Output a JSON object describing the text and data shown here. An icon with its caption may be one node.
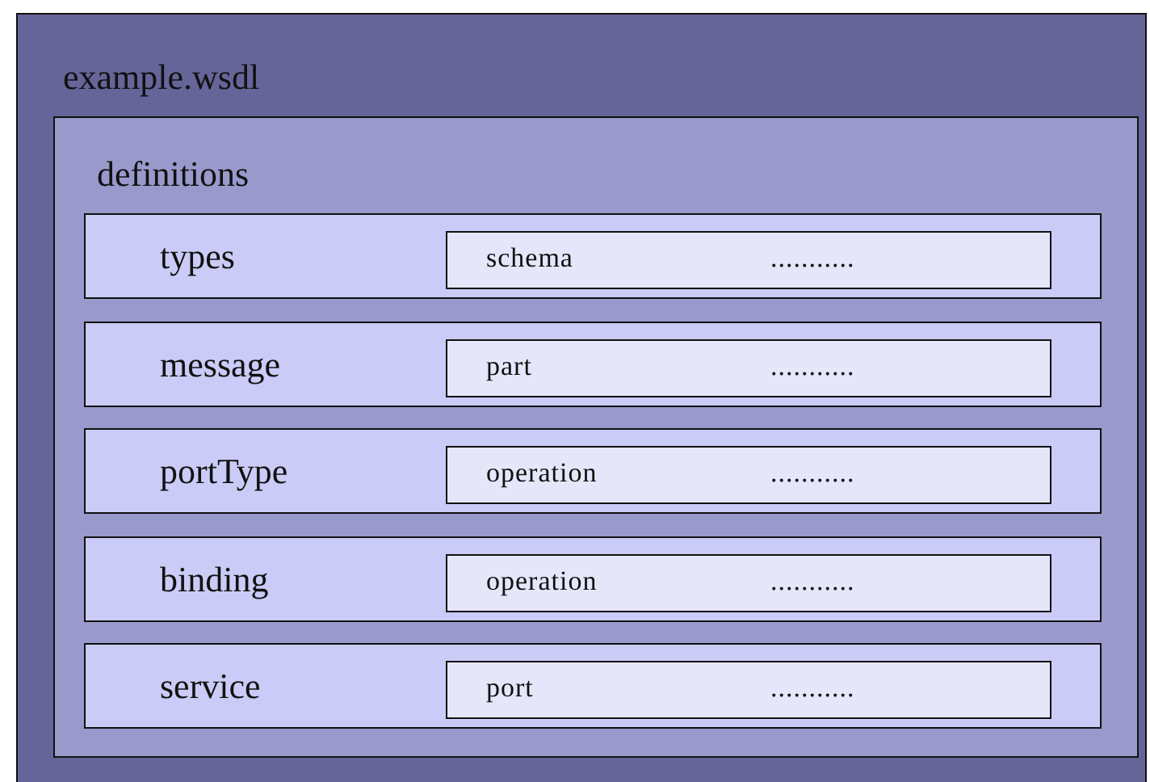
{
  "diagram": {
    "nodes": [
      {
        "text": [
          "example.wsdl"
        ]
      },
      {
        "text": [
          "definitions"
        ],
        "in": 0
      },
      {
        "text": [
          "types"
        ],
        "in": 1
      },
      {
        "text": [
          "schema",
          "..........."
        ],
        "in": 2
      },
      {
        "text": [
          "message"
        ],
        "in": 1
      },
      {
        "text": [
          "part",
          "..........."
        ],
        "in": 4
      },
      {
        "text": [
          "portType"
        ],
        "in": 1
      },
      {
        "text": [
          "operation",
          "..........."
        ],
        "in": 6
      },
      {
        "text": [
          "binding"
        ],
        "in": 1
      },
      {
        "text": [
          "operation",
          "..........."
        ],
        "in": 8
      },
      {
        "text": [
          "service"
        ],
        "in": 1
      },
      {
        "text": [
          "port",
          "..........."
        ],
        "in": 10
      }
    ]
  }
}
